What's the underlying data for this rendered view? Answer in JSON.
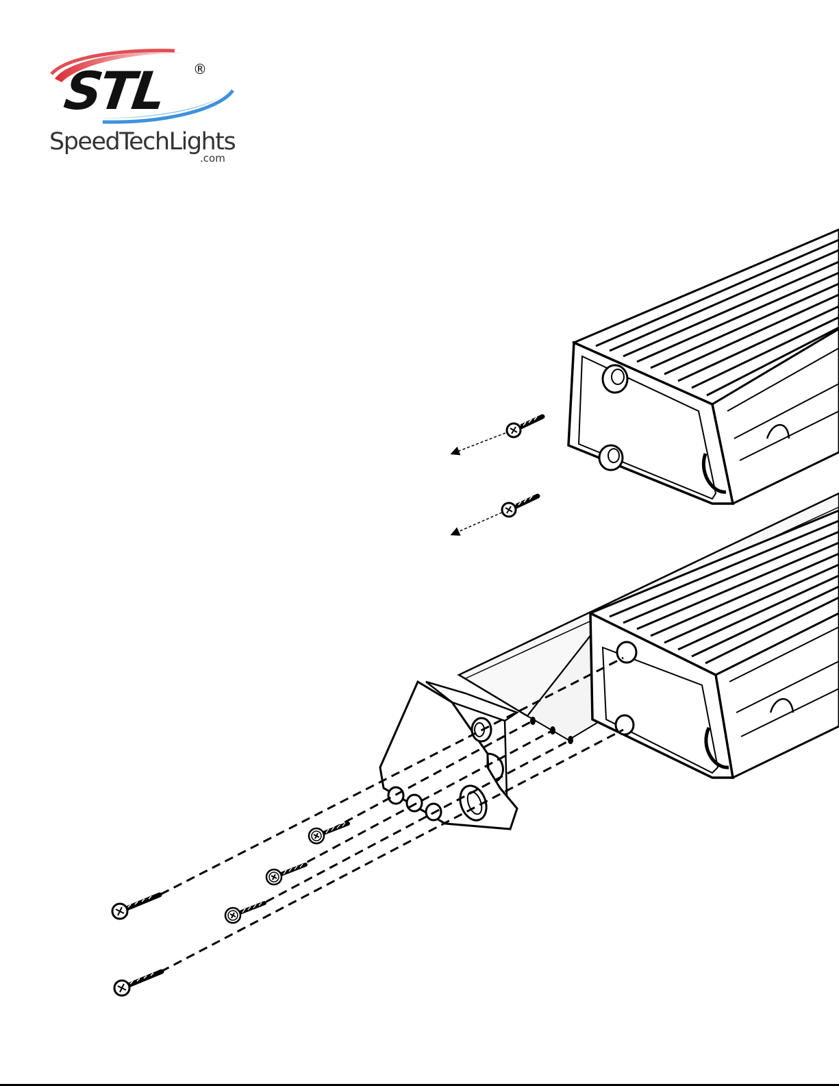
{
  "logo": {
    "brand": "STL",
    "registered": "®",
    "company": "SpeedTechLights",
    "domain": ".com"
  },
  "colors": {
    "swoosh_red": "#d8232a",
    "swoosh_blue": "#1d7fd6",
    "ink": "#000000",
    "wordmark": "#333333"
  },
  "icons": {
    "screw": "screw-icon",
    "arrow": "arrow-icon",
    "rule": "page-rule"
  }
}
